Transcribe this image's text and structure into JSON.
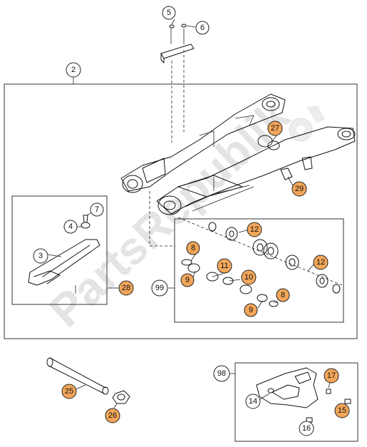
{
  "watermark": {
    "text": "PartsRepublik"
  },
  "callouts": [
    {
      "id": "c2",
      "label": "2"
    },
    {
      "id": "c3",
      "label": "3"
    },
    {
      "id": "c4",
      "label": "4"
    },
    {
      "id": "c5",
      "label": "5"
    },
    {
      "id": "c6",
      "label": "6"
    },
    {
      "id": "c7",
      "label": "7"
    },
    {
      "id": "c8a",
      "label": "8"
    },
    {
      "id": "c8b",
      "label": "8"
    },
    {
      "id": "c9a",
      "label": "9"
    },
    {
      "id": "c9b",
      "label": "9"
    },
    {
      "id": "c10",
      "label": "10"
    },
    {
      "id": "c11",
      "label": "11"
    },
    {
      "id": "c12a",
      "label": "12"
    },
    {
      "id": "c12b",
      "label": "12"
    },
    {
      "id": "c14",
      "label": "14"
    },
    {
      "id": "c15",
      "label": "15"
    },
    {
      "id": "c16",
      "label": "16"
    },
    {
      "id": "c17",
      "label": "17"
    },
    {
      "id": "c25",
      "label": "25"
    },
    {
      "id": "c26",
      "label": "26"
    },
    {
      "id": "c27",
      "label": "27"
    },
    {
      "id": "c28",
      "label": "28"
    },
    {
      "id": "c29",
      "label": "29"
    },
    {
      "id": "c98",
      "label": "98"
    },
    {
      "id": "c99",
      "label": "99"
    }
  ]
}
